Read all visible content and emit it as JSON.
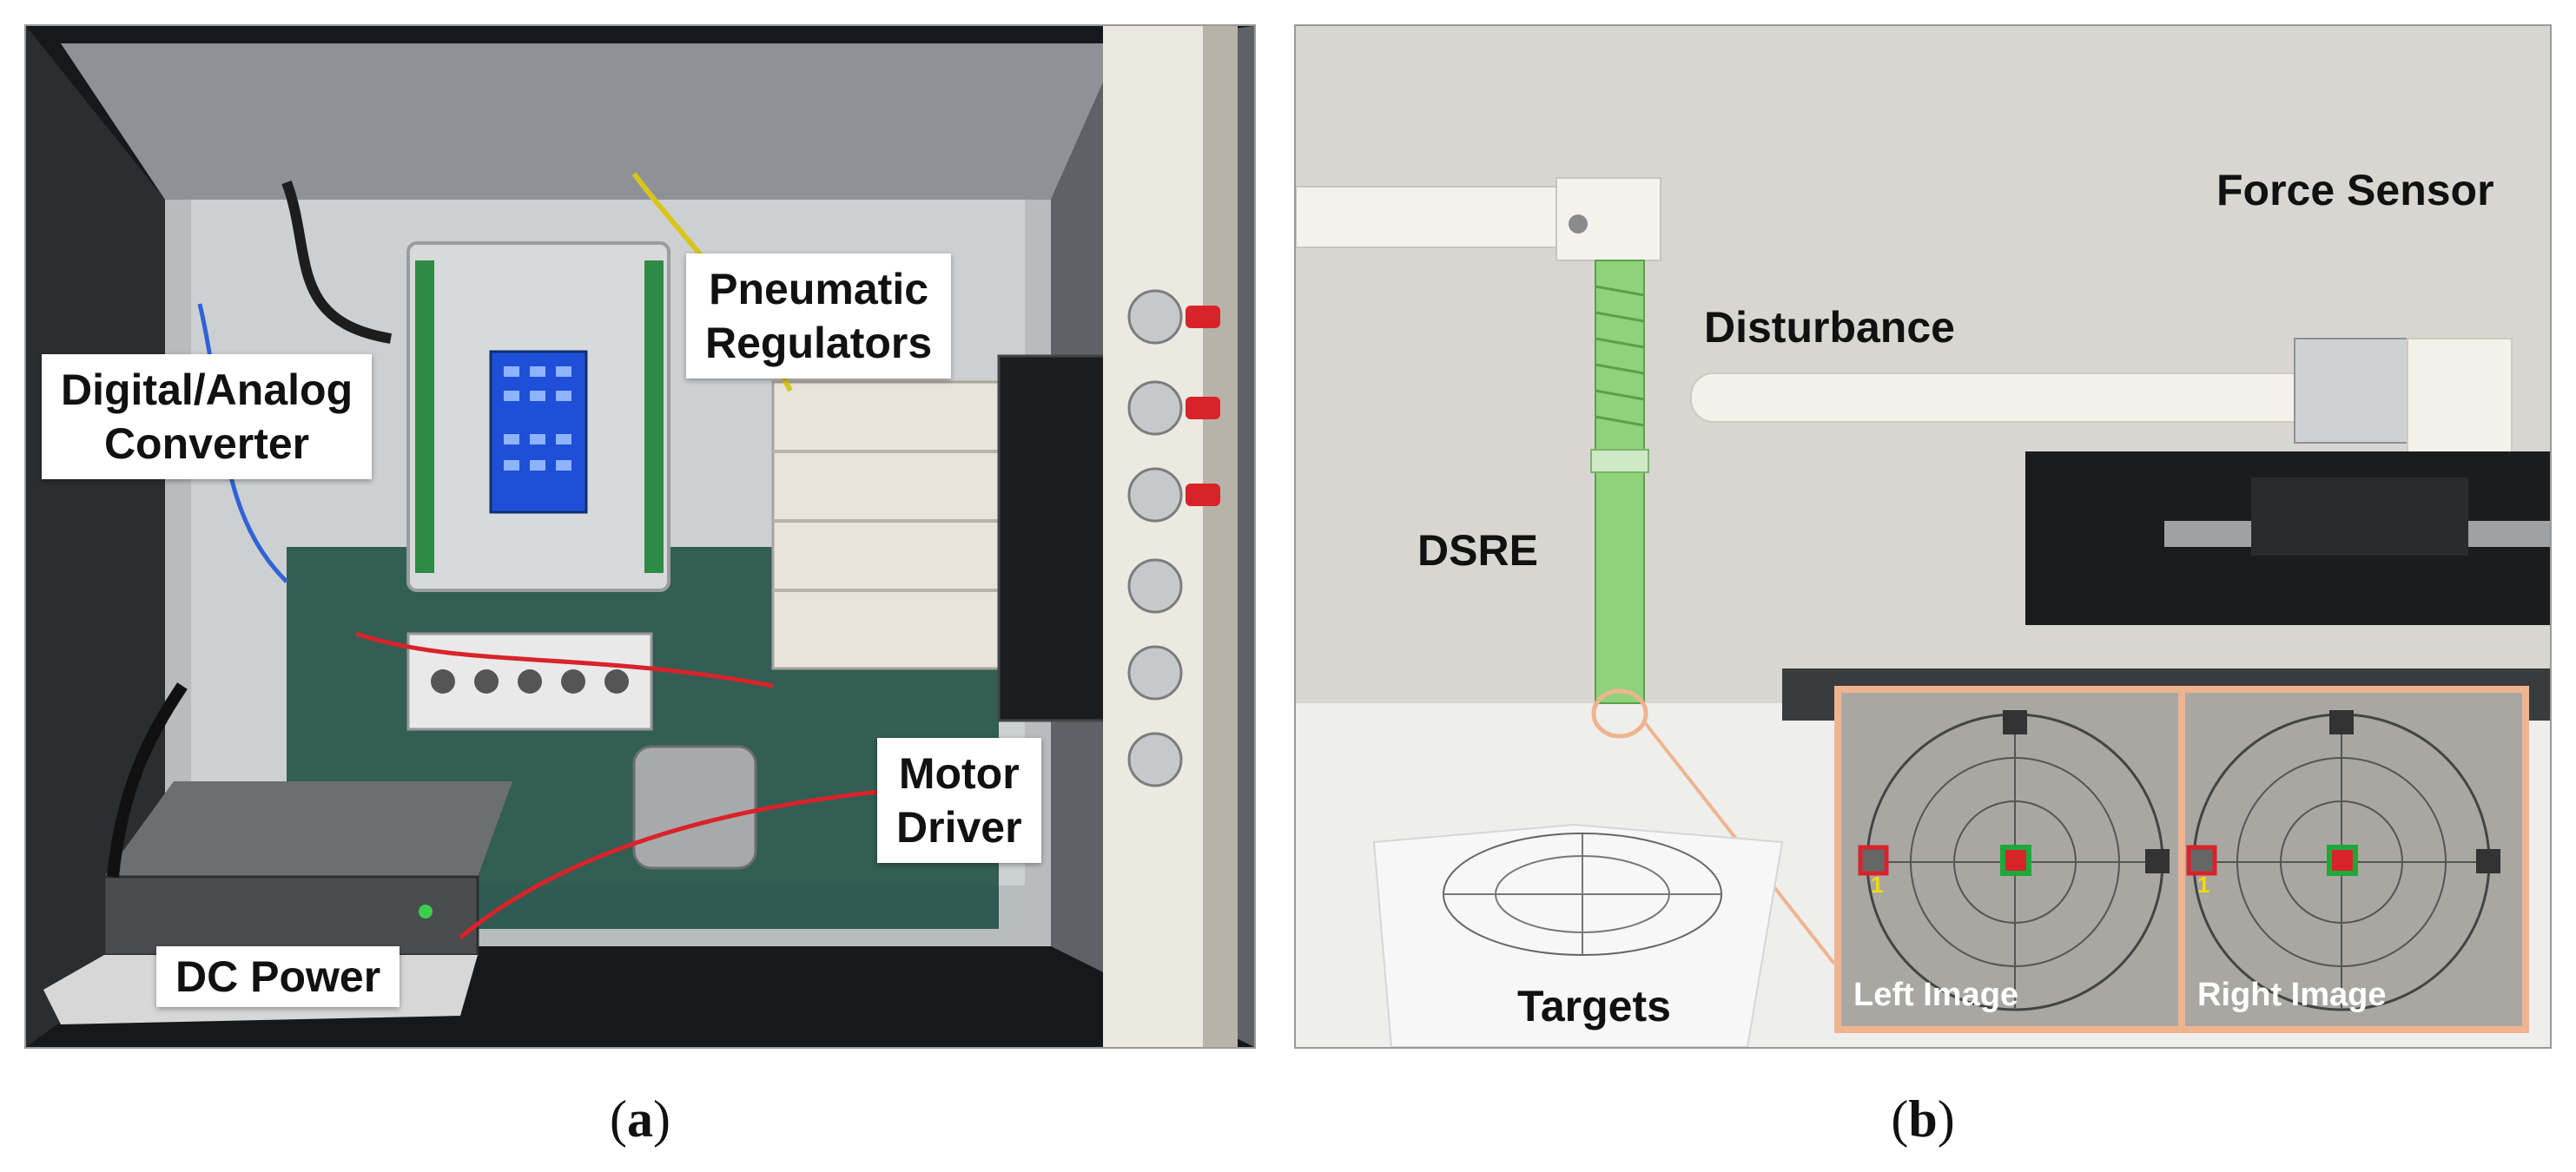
{
  "figure": {
    "panel_a": {
      "labels": {
        "dac": "Digital/Analog\nConverter",
        "pneumatic": "Pneumatic\nRegulators",
        "motor": "Motor\nDriver",
        "dc_power": "DC Power"
      },
      "caption_letter": "a"
    },
    "panel_b": {
      "labels": {
        "force_sensor": "Force Sensor",
        "disturbance": "Disturbance",
        "dsre": "DSRE",
        "targets": "Targets"
      },
      "inset": {
        "left_label": "Left Image",
        "right_label": "Right Image",
        "marker_number": "1"
      },
      "caption_letter": "b"
    },
    "colors": {
      "inset_border": "#efb48f",
      "marker_red": "#d9232a",
      "marker_green": "#1fa83a",
      "tube_green": "#8fd27a",
      "screen_blue": "#1f4fd8"
    }
  }
}
